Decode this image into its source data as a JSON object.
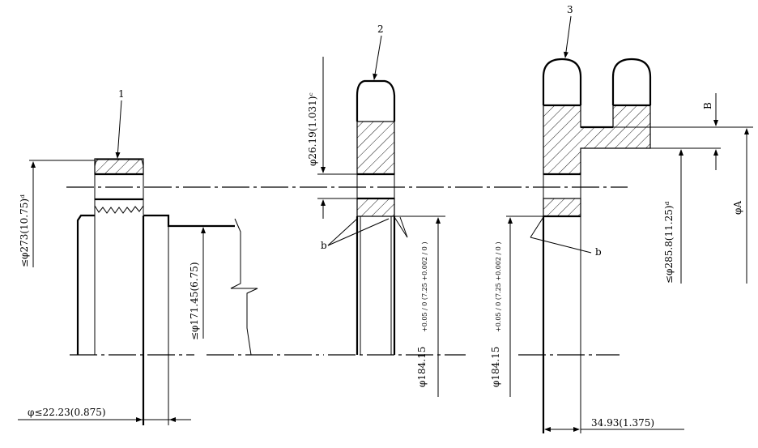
{
  "labels": {
    "part1": "1",
    "part2": "2",
    "part3": "3",
    "b_left": "b",
    "b_right": "b",
    "B": "B",
    "A": "φA"
  },
  "dimensions": {
    "dia_273": "≤φ273(10.75)ᵈ",
    "dia_171": "≤φ171.45(6.75)",
    "dia_22": "φ≤22.23(0.875)",
    "dia_26": "φ26.19(1.031)ᶜ",
    "dia_184_a_main": "φ184.15",
    "dia_184_a_tol": "+0.05 / 0 (7.25 +0.002 / 0 )",
    "dia_184_b_main": "φ184.15",
    "dia_184_b_tol": "+0.05 / 0 (7.25 +0.002 / 0 )",
    "dia_285": "≤φ285.8(11.25)ᵈ",
    "width_34": "34.93(1.375)"
  }
}
